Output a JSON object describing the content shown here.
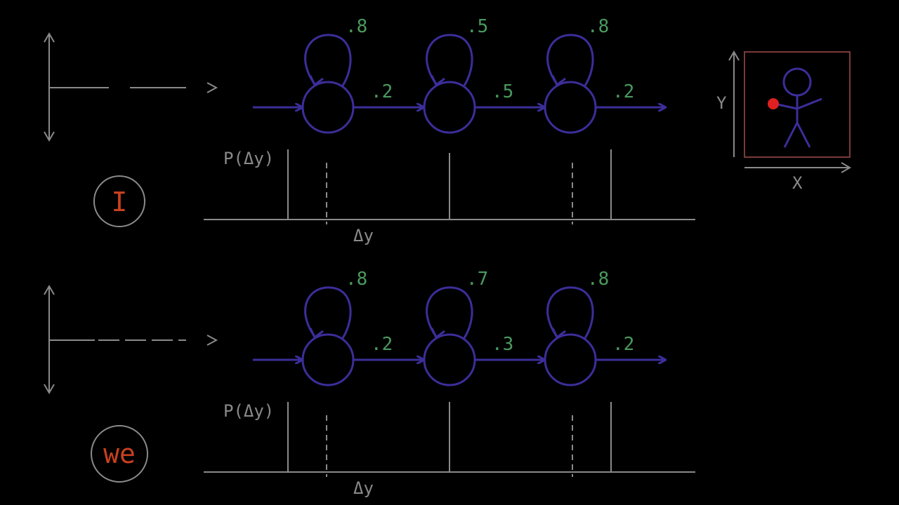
{
  "colors": {
    "background": "#000000",
    "hmm_stroke": "#3b2e9a",
    "probability_text": "#4a9a5e",
    "axis_gray": "#8a8a8a",
    "word_text": "#c8401e",
    "frame": "#7a3a3a",
    "hand_dot": "#e02020"
  },
  "figure": {
    "x_label": "X",
    "y_label": "Y"
  },
  "models": [
    {
      "word": "I",
      "self_loops": [
        ".8",
        ".5",
        ".8"
      ],
      "transitions": [
        ".2",
        ".5",
        ".2"
      ],
      "dist_ylabel": "P(Δy)",
      "dist_xlabel": "Δy"
    },
    {
      "word": "we",
      "self_loops": [
        ".8",
        ".7",
        ".8"
      ],
      "transitions": [
        ".2",
        ".3",
        ".2"
      ],
      "dist_ylabel": "P(Δy)",
      "dist_xlabel": "Δy"
    }
  ]
}
